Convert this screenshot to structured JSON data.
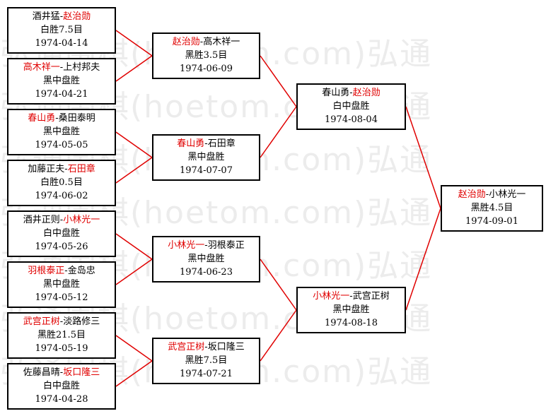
{
  "watermark": "弘通围棋(hoetom.com)弘通",
  "colors": {
    "winner": "#e00000",
    "connector": "#e00000",
    "border": "#000000"
  },
  "matches": [
    {
      "id": "r1m1",
      "p1": "酒井猛",
      "p2": "赵治勋",
      "winner": 2,
      "result": "白胜7.5目",
      "date": "1974-04-14"
    },
    {
      "id": "r1m2",
      "p1": "高木祥一",
      "p2": "上村邦夫",
      "winner": 1,
      "result": "黑中盘胜",
      "date": "1974-04-21"
    },
    {
      "id": "r1m3",
      "p1": "春山勇",
      "p2": "桑田泰明",
      "winner": 1,
      "result": "黑中盘胜",
      "date": "1974-05-05"
    },
    {
      "id": "r1m4",
      "p1": "加藤正夫",
      "p2": "石田章",
      "winner": 2,
      "result": "白胜0.5目",
      "date": "1974-06-02"
    },
    {
      "id": "r1m5",
      "p1": "酒井正则",
      "p2": "小林光一",
      "winner": 2,
      "result": "白中盘胜",
      "date": "1974-05-26"
    },
    {
      "id": "r1m6",
      "p1": "羽根泰正",
      "p2": "金岛忠",
      "winner": 1,
      "result": "黑中盘胜",
      "date": "1974-05-12"
    },
    {
      "id": "r1m7",
      "p1": "武宫正树",
      "p2": "淡路修三",
      "winner": 1,
      "result": "黑胜21.5目",
      "date": "1974-05-19"
    },
    {
      "id": "r1m8",
      "p1": "佐藤昌晴",
      "p2": "坂口隆三",
      "winner": 2,
      "result": "白中盘胜",
      "date": "1974-04-28"
    },
    {
      "id": "r2m1",
      "p1": "赵治勋",
      "p2": "高木祥一",
      "winner": 1,
      "result": "黑胜3.5目",
      "date": "1974-06-09"
    },
    {
      "id": "r2m2",
      "p1": "春山勇",
      "p2": "石田章",
      "winner": 1,
      "result": "黑中盘胜",
      "date": "1974-07-07"
    },
    {
      "id": "r2m3",
      "p1": "小林光一",
      "p2": "羽根泰正",
      "winner": 1,
      "result": "黑中盘胜",
      "date": "1974-06-23"
    },
    {
      "id": "r2m4",
      "p1": "武宫正树",
      "p2": "坂口隆三",
      "winner": 1,
      "result": "黑胜7.5目",
      "date": "1974-07-21"
    },
    {
      "id": "r3m1",
      "p1": "春山勇",
      "p2": "赵治勋",
      "winner": 2,
      "result": "白中盘胜",
      "date": "1974-08-04"
    },
    {
      "id": "r3m2",
      "p1": "小林光一",
      "p2": "武宫正树",
      "winner": 1,
      "result": "黑中盘胜",
      "date": "1974-08-18"
    },
    {
      "id": "final",
      "p1": "赵治勋",
      "p2": "小林光一",
      "winner": 1,
      "result": "黑胜4.5目",
      "date": "1974-09-01"
    }
  ]
}
